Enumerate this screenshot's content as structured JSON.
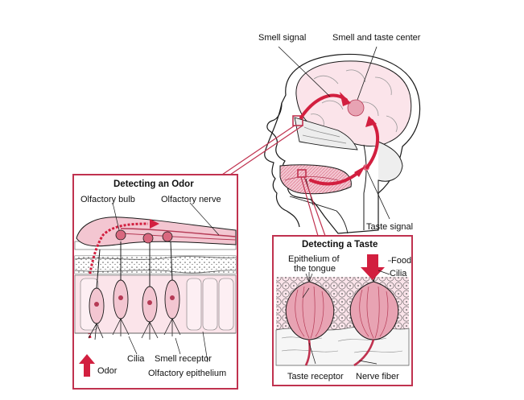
{
  "head": {
    "smell_signal": "Smell signal",
    "smell_taste_center": "Smell and taste center",
    "taste_signal": "Taste signal"
  },
  "odor_panel": {
    "title": "Detecting an Odor",
    "olfactory_bulb": "Olfactory bulb",
    "olfactory_nerve": "Olfactory nerve",
    "cilia": "Cilia",
    "smell_receptor": "Smell receptor",
    "odor": "Odor",
    "olfactory_epithelium": "Olfactory epithelium"
  },
  "taste_panel": {
    "title": "Detecting a Taste",
    "epithelium_line1": "Epithelium of",
    "epithelium_line2": "the tongue",
    "food": "Food",
    "cilia": "Cilia",
    "taste_receptor": "Taste receptor",
    "nerve_fiber": "Nerve fiber"
  },
  "colors": {
    "accent": "#c0324f",
    "pink_light": "#f6d3dc",
    "pink_mid": "#e8a3b3",
    "pink_dark": "#d9687f",
    "arrow": "#d21f3f",
    "line": "#1a1a1a"
  }
}
